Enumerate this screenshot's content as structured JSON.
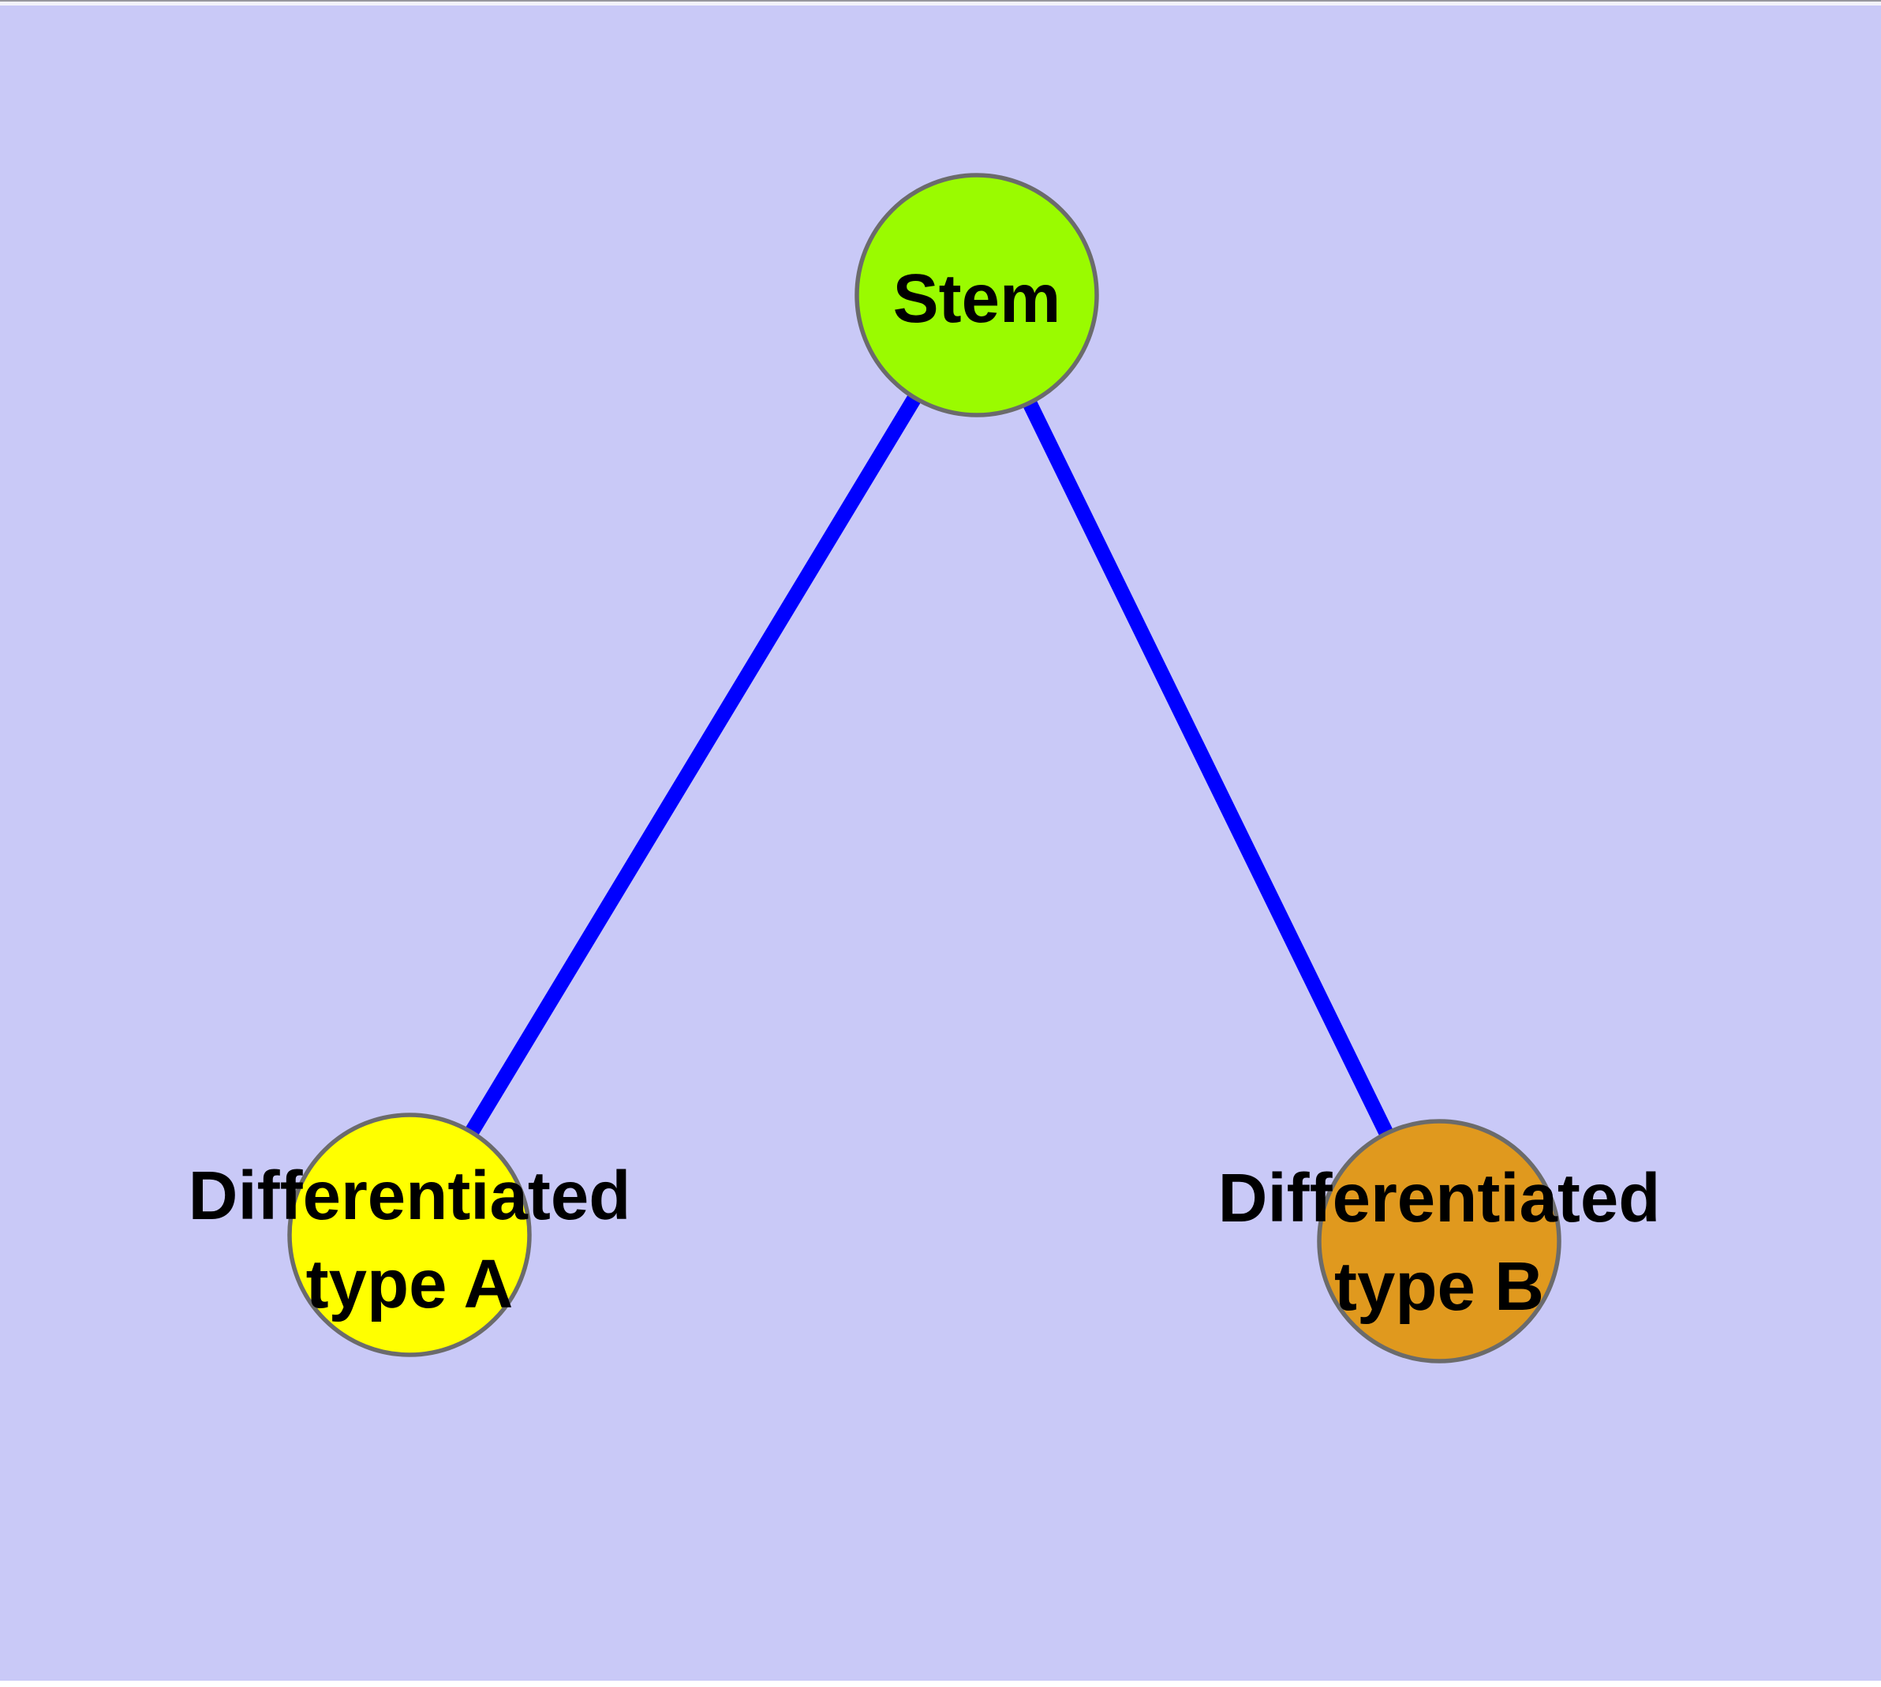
{
  "figure": {
    "background_color": "#C9C9F7",
    "outer_margin_color": "#FFFFFF",
    "top_edge_line_color": "#97979D",
    "top_edge_strip_color": "#F2F2FB"
  },
  "graph": {
    "edge_color": "#0000FF",
    "node_border_color": "#6B6B6B",
    "label_color": "#000000",
    "nodes": [
      {
        "id": "stem",
        "label": "Stem",
        "fill": "#9AFB00"
      },
      {
        "id": "differentiated-type-a",
        "label_line1": "Differentiated",
        "label_line2": "type A",
        "fill": "#FFFF00"
      },
      {
        "id": "differentiated-type-b",
        "label_line1": "Differentiated",
        "label_line2": "type B",
        "fill": "#E0991E"
      }
    ],
    "edges": [
      {
        "from": "stem",
        "to": "differentiated-type-a"
      },
      {
        "from": "stem",
        "to": "differentiated-type-b"
      }
    ]
  }
}
